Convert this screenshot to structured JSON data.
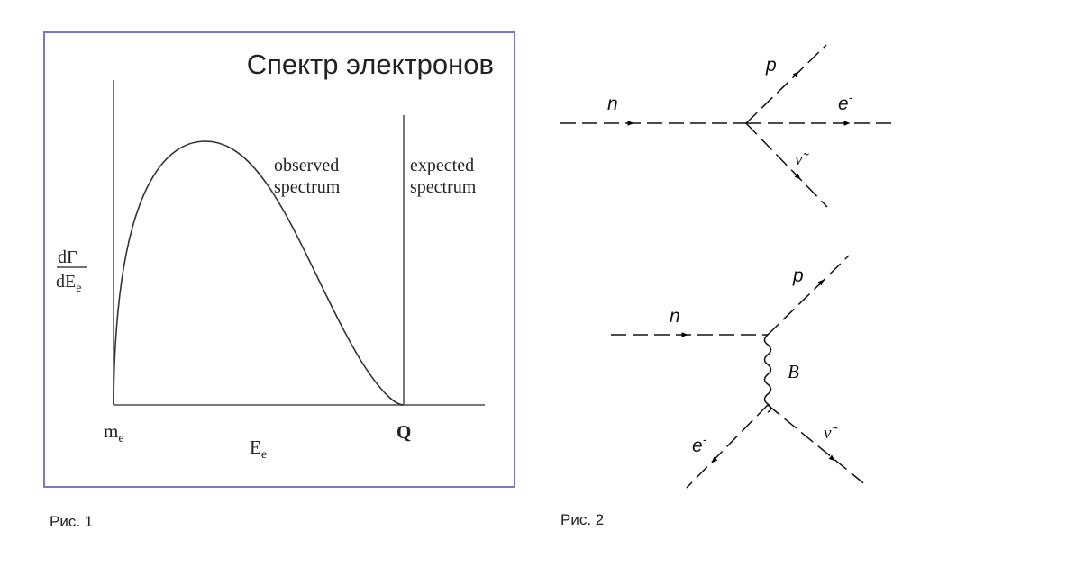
{
  "figure1": {
    "title": "Спектр электронов",
    "observed_line1": "observed",
    "observed_line2": "spectrum",
    "expected_line1": "expected",
    "expected_line2": "spectrum",
    "ylabel_num": "dΓ",
    "ylabel_den_main": "dE",
    "ylabel_den_sub": "e",
    "x_min_main": "m",
    "x_min_sub": "e",
    "x_axis_main": "E",
    "x_axis_sub": "e",
    "x_max": "Q",
    "caption": "Рис. 1",
    "frame_color": "#7777cc"
  },
  "figure2": {
    "caption": "Рис. 2",
    "diagram1": {
      "neutron": "n",
      "proton": "p",
      "electron": "e",
      "electron_sup": "-",
      "antineutrino": "ν̃"
    },
    "diagram2": {
      "neutron": "n",
      "proton": "p",
      "boson": "B",
      "electron": "e",
      "electron_sup": "-",
      "antineutrino": "ν̃"
    }
  }
}
